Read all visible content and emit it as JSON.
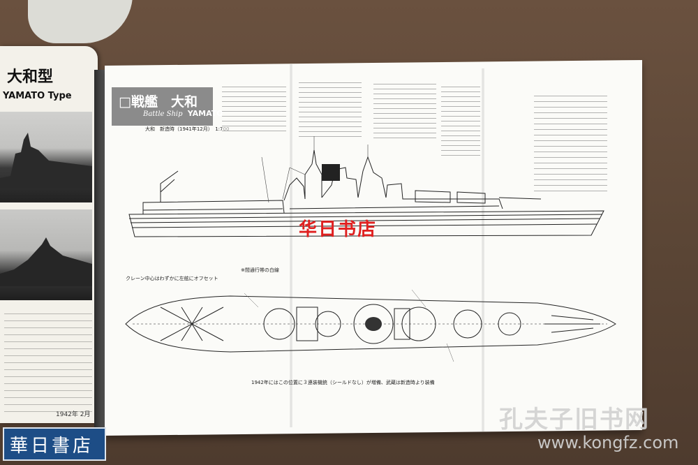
{
  "left_page": {
    "title": "大和型",
    "subtitle": "YAMATO Type",
    "footer_text": "1942年 2月"
  },
  "title_box": {
    "title": "□戦艦　大和",
    "subtitle_prefix": "Battle Ship",
    "subtitle_name": "YAMATO"
  },
  "scale_caption": "大和　新造時（1941年12月）　1:700",
  "annotations": {
    "crane_offset": "クレーン中心はわずかに左舷にオフセット",
    "walkway_line": "※間通行帯の白線",
    "bottom_note": "1942年にはこの位置に３連装機銃（シールドなし）が増備、武蔵は新造時より装備"
  },
  "watermarks": {
    "red_center": "华日书店",
    "bottom_left_stamp": "華日書店",
    "brand": "孔夫子旧书网",
    "url": "www.kongfz.com"
  },
  "colors": {
    "table": "#5c4636",
    "paper": "#fbfbf8",
    "red_watermark": "#e02020",
    "stamp_blue": "#1d4d86",
    "brand_grey": "#d2d2d2"
  }
}
